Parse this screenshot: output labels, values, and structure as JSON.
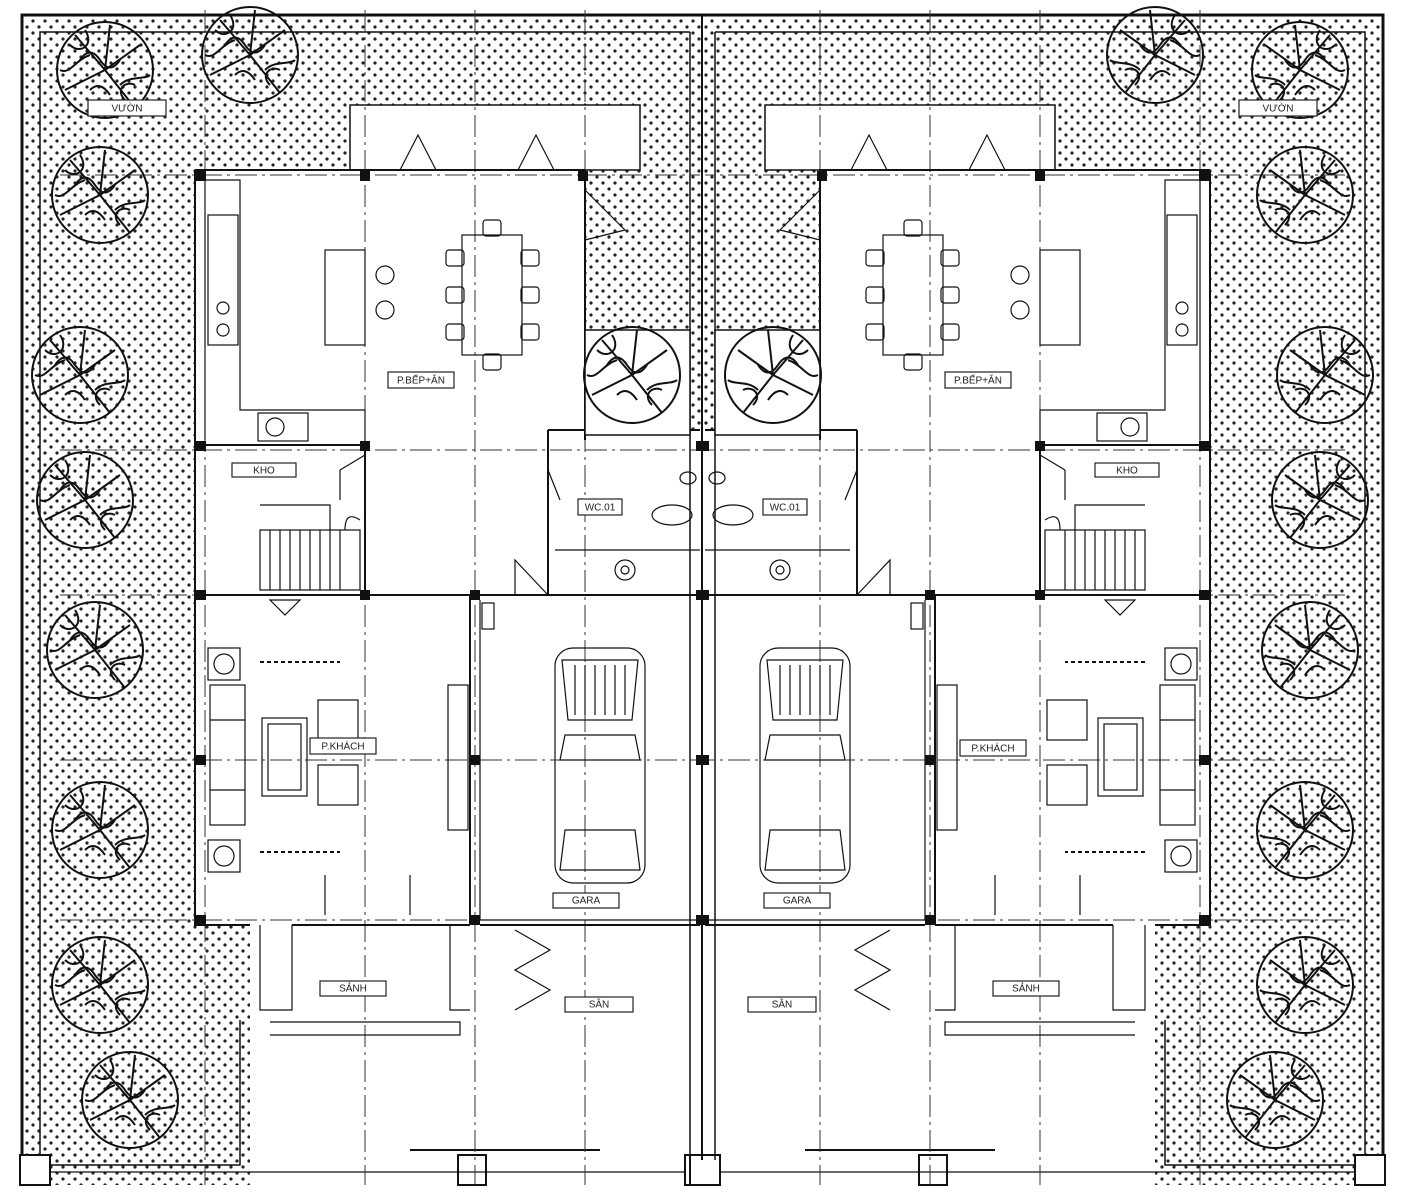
{
  "drawing": {
    "left_unit": {
      "garden": "VƯỜN",
      "kitchen_dining": "P.BẾP+ĂN",
      "storage": "KHO",
      "wc": "WC.01",
      "living_room": "P.KHÁCH",
      "garage": "GARA",
      "lobby": "SẢNH",
      "yard": "SÂN"
    },
    "right_unit": {
      "garden": "VƯỜN",
      "kitchen_dining": "P.BẾP+ĂN",
      "storage": "KHO",
      "wc": "WC.01",
      "living_room": "P.KHÁCH",
      "garage": "GARA",
      "lobby": "SẢNH",
      "yard": "SÂN"
    }
  }
}
